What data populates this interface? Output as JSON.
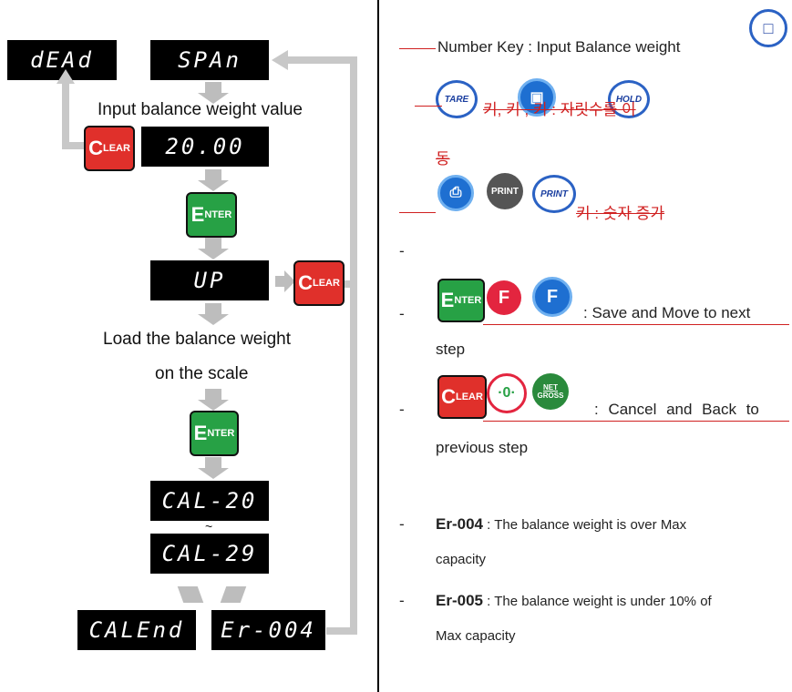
{
  "left": {
    "displays": {
      "dead": "dEAd",
      "span": "SPAn",
      "value": "20.00",
      "up": "UP",
      "cal20": "CAL-20",
      "cal29": "CAL-29",
      "calend": "CALEnd",
      "er004": "Er-004",
      "tilde": "~"
    },
    "texts": {
      "input_balance": "Input balance weight value",
      "load_line1": "Load the balance weight",
      "load_line2": "on the scale"
    },
    "keys": {
      "clear_c": "C",
      "clear_rest": "LEAR",
      "enter_e": "E",
      "enter_rest": "NTER"
    }
  },
  "right": {
    "line1": "Number Key : Input Balance weight",
    "tare_label": "TARE",
    "hold_label": "HOLD",
    "korean_move": "키,        키 ,        키 : 자릿수를 이",
    "korean_move2": "동",
    "print_label": "PRINT",
    "korean_inc": "키 : 숫자 증가",
    "dash": "-",
    "f_label": "F",
    "save_text": ": Save and Move to next",
    "save_text2": "step",
    "zero_label": "·0·",
    "net_label": "NET",
    "gross_label": "GROSS",
    "cancel_text": ": Cancel and Back to",
    "cancel_text2": "previous step",
    "er004_code": "Er-004",
    "er004_text": " : The balance weight is over Max",
    "er004_text2": "capacity",
    "er005_code": "Er-005",
    "er005_text": " : The balance weight is under 10% of",
    "er005_text2": "Max capacity"
  },
  "colors": {
    "clear_red": "#e0302b",
    "enter_green": "#27a145",
    "arrow_gray": "#bdbdbd",
    "strike_red": "#d02020",
    "key_blue": "#1e6fd1"
  }
}
